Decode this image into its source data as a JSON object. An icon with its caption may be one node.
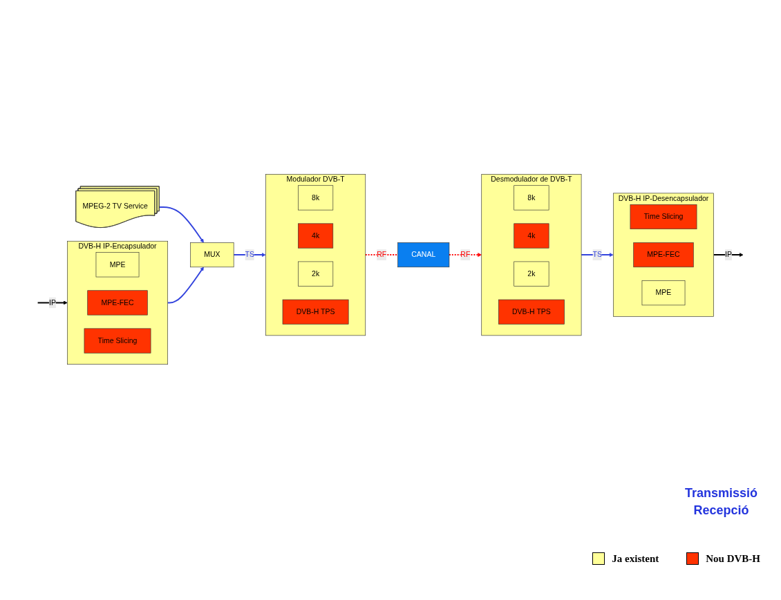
{
  "diagram": {
    "nodes": [
      {
        "text": [
          "MPEG-2 TV Service"
        ]
      },
      {
        "text": [
          "MUX"
        ]
      },
      {
        "text": [
          "Modulador DVB-T"
        ]
      },
      {
        "text": [
          "8k"
        ],
        "in": 2
      },
      {
        "text": [
          "4k"
        ],
        "in": 2
      },
      {
        "text": [
          "2k"
        ],
        "in": 2
      },
      {
        "text": [
          "DVB-H TPS"
        ],
        "in": 2
      },
      {
        "text": [
          "DVB-H IP-Encapsulador"
        ]
      },
      {
        "text": [
          "MPE"
        ],
        "in": 7
      },
      {
        "text": [
          "MPE-FEC"
        ],
        "in": 7
      },
      {
        "text": [
          "Time Slicing"
        ],
        "in": 7
      },
      {
        "text": [
          "CANAL"
        ]
      },
      {
        "text": [
          "Desmodulador de DVB-T"
        ]
      },
      {
        "text": [
          "8k"
        ],
        "in": 12
      },
      {
        "text": [
          "4k"
        ],
        "in": 12
      },
      {
        "text": [
          "2k"
        ],
        "in": 12
      },
      {
        "text": [
          "DVB-H TPS"
        ],
        "in": 12
      },
      {
        "text": [
          "DVB-H IP-Desencapsulador"
        ]
      },
      {
        "text": [
          "Time Slicing"
        ],
        "in": 17
      },
      {
        "text": [
          "MPE-FEC"
        ],
        "in": 17
      },
      {
        "text": [
          "MPE"
        ],
        "in": 17
      }
    ],
    "edges": [
      {
        "from": null,
        "to": 7,
        "arrow": "to",
        "label": "IP",
        "color": "#000000"
      },
      {
        "from": 0,
        "to": 1,
        "arrow": "to"
      },
      {
        "from": 7,
        "to": 1,
        "arrow": "to"
      },
      {
        "from": 1,
        "to": 2,
        "arrow": "to",
        "label": "TS"
      },
      {
        "from": 2,
        "to": 11,
        "arrow": "none",
        "label": "RF",
        "style": "dashed",
        "color": "#ff0000"
      },
      {
        "from": 11,
        "to": 12,
        "arrow": "to",
        "label": "RF",
        "style": "dashed",
        "color": "#ff0000"
      },
      {
        "from": 12,
        "to": 17,
        "arrow": "to",
        "label": "TS"
      },
      {
        "from": 17,
        "to": null,
        "arrow": "to",
        "label": "IP",
        "color": "#000000"
      }
    ],
    "labels": [
      "Transmissió",
      "Recepció"
    ],
    "legend": [
      {
        "text": "Ja existent",
        "color": "#ffff99"
      },
      {
        "text": "Nou DVB-H",
        "color": "#ff3300"
      }
    ]
  }
}
